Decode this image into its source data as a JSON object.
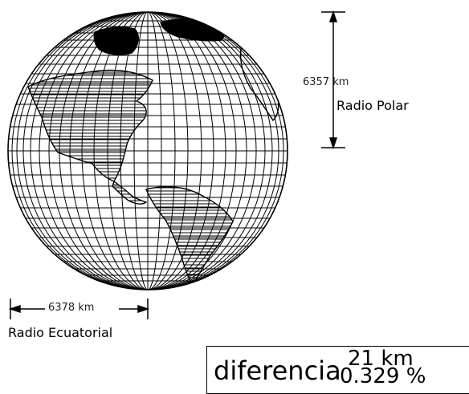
{
  "polar": {
    "value": "6357 km",
    "label": "Radio Polar"
  },
  "equatorial": {
    "value": "6378 km",
    "label": "Radio Ecuatorial"
  },
  "difference": {
    "word": "diferencia",
    "km": "21 km",
    "percent": "0.329 %"
  },
  "colors": {
    "ink": "#000000",
    "background": "#ffffff"
  }
}
